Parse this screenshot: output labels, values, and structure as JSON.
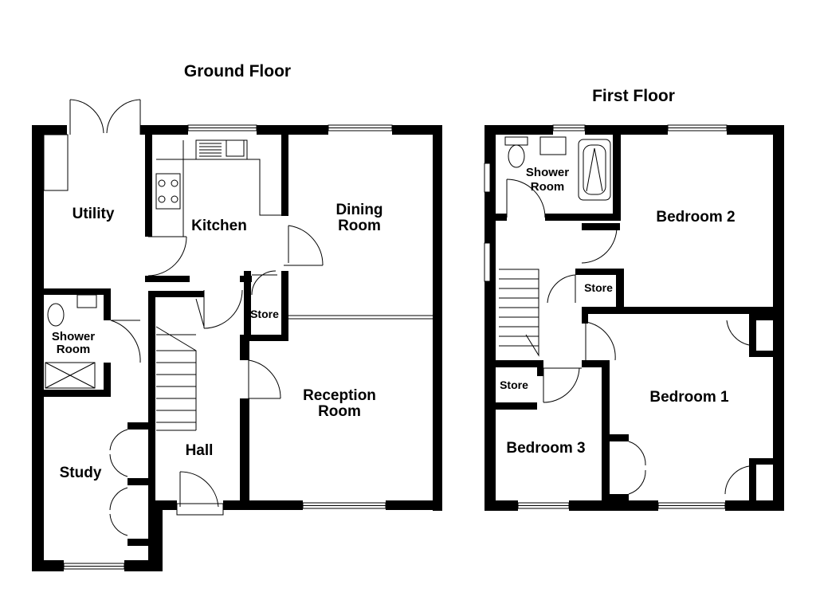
{
  "floors": {
    "ground": {
      "title": "Ground Floor",
      "rooms": {
        "utility": "Utility",
        "kitchen": "Kitchen",
        "dining_line1": "Dining",
        "dining_line2": "Room",
        "store": "Store",
        "shower_line1": "Shower",
        "shower_line2": "Room",
        "reception_line1": "Reception",
        "reception_line2": "Room",
        "hall": "Hall",
        "study": "Study"
      }
    },
    "first": {
      "title": "First Floor",
      "rooms": {
        "shower_line1": "Shower",
        "shower_line2": "Room",
        "bedroom2": "Bedroom 2",
        "store_landing": "Store",
        "store_left": "Store",
        "bedroom1": "Bedroom 1",
        "bedroom3": "Bedroom 3"
      }
    }
  },
  "colors": {
    "wall": "#000000",
    "background": "#ffffff"
  }
}
